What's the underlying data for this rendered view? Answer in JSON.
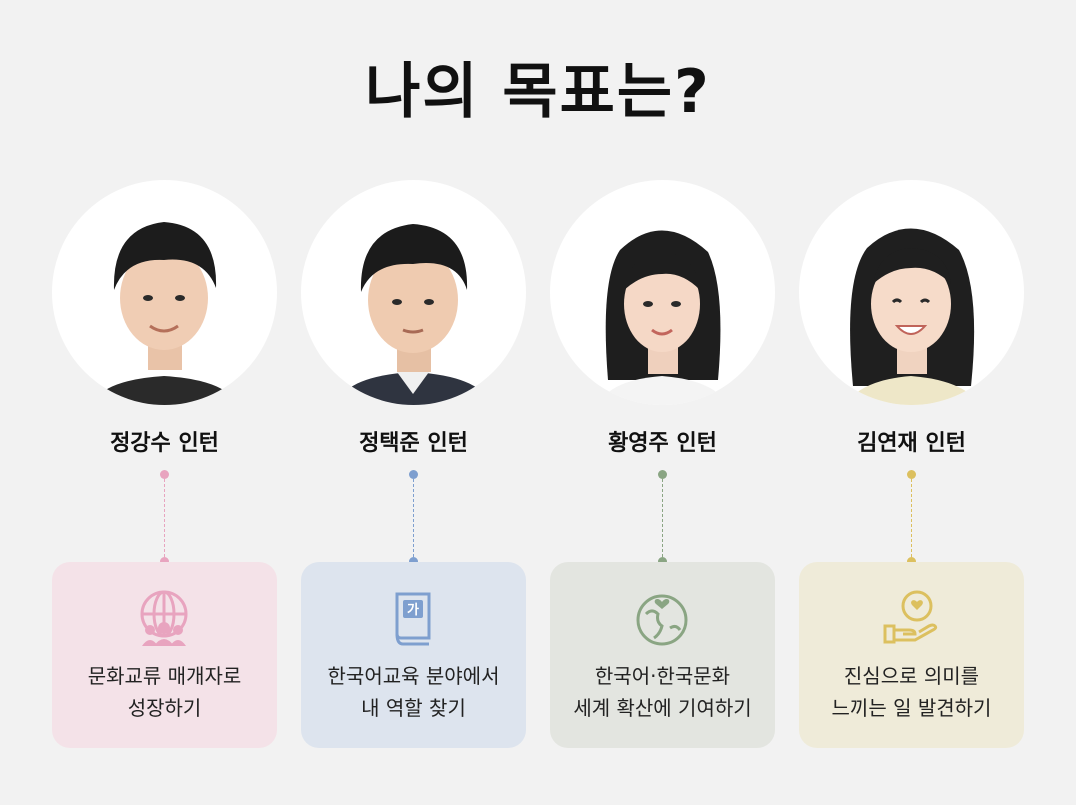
{
  "title": "나의 목표는?",
  "interns": [
    {
      "name": "정강수 인턴",
      "goal_lines": [
        "문화교류 매개자로",
        "성장하기"
      ],
      "icon": "globe-people-icon",
      "accent_color": "#e8a4bf",
      "card_color": "#f4e2e8"
    },
    {
      "name": "정택준 인턴",
      "goal_lines": [
        "한국어교육 분야에서",
        "내 역할 찾기"
      ],
      "icon": "korean-book-icon",
      "accent_color": "#7e9fcf",
      "card_color": "#dde4ee"
    },
    {
      "name": "황영주 인턴",
      "goal_lines": [
        "한국어·한국문화",
        "세계 확산에 기여하기"
      ],
      "icon": "earth-heart-icon",
      "accent_color": "#8aa583",
      "card_color": "#e3e5e0"
    },
    {
      "name": "김연재 인턴",
      "goal_lines": [
        "진심으로 의미를",
        "느끼는 일 발견하기"
      ],
      "icon": "hand-heart-icon",
      "accent_color": "#dcc05f",
      "card_color": "#efebd9"
    }
  ]
}
